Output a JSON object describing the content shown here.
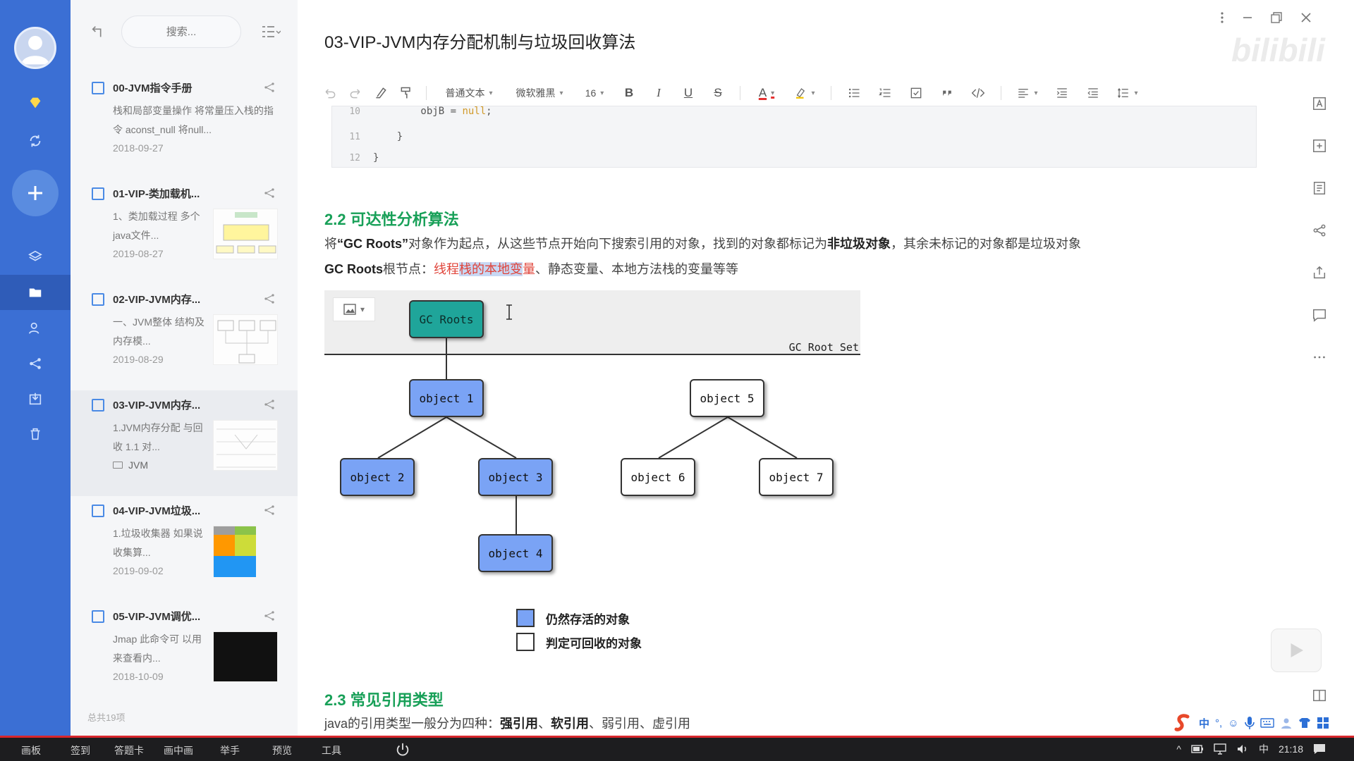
{
  "colors": {
    "accent": "#3b6fd4",
    "heading": "#18a058",
    "alive_node": "#7aa3f5",
    "root_node": "#1fa59a",
    "highlight_red": "#e0443a"
  },
  "search": {
    "placeholder": "搜索..."
  },
  "notes": [
    {
      "title": "00-JVM指令手册",
      "snippet": "栈和局部变量操作  将常量压入栈的指令  aconst_null 将null...",
      "date": "2018-09-27"
    },
    {
      "title": "01-VIP-类加载机...",
      "snippet": "1、类加载过程 多个java文件...",
      "date": "2019-08-27"
    },
    {
      "title": "02-VIP-JVM内存...",
      "snippet": "一、JVM整体 结构及内存模...",
      "date": "2019-08-29"
    },
    {
      "title": "03-VIP-JVM内存...",
      "snippet": "1.JVM内存分配 与回收 1.1 对...",
      "folder": "JVM"
    },
    {
      "title": "04-VIP-JVM垃圾...",
      "snippet": "1.垃圾收集器 如果说收集算...",
      "date": "2019-09-02"
    },
    {
      "title": "05-VIP-JVM调优...",
      "snippet": "Jmap 此命令可 以用来查看内...",
      "date": "2018-10-09"
    }
  ],
  "total_count": "总共19项",
  "editor": {
    "title": "03-VIP-JVM内存分配机制与垃圾回收算法",
    "toolbar": {
      "paragraph": "普通文本",
      "font": "微软雅黑",
      "size": "16",
      "bold": "B",
      "italic": "I",
      "underline": "U",
      "strike": "S",
      "fontcolor": "A"
    },
    "code": [
      {
        "ln": "10",
        "pre": "        objB = ",
        "kw": "null",
        "post": ";"
      },
      {
        "ln": "11",
        "pre": "    }",
        "kw": "",
        "post": ""
      },
      {
        "ln": "12",
        "pre": "}",
        "kw": "",
        "post": ""
      }
    ],
    "section22": {
      "heading": "2.2 可达性分析算法",
      "p1_a": "将",
      "p1_b": "“GC Roots”",
      "p1_c": "对象作为起点，从这些节点开始向下搜索引用的对象，找到的对象都标记为",
      "p1_d": "非垃圾对象",
      "p1_e": "，其余未标记的对象都是垃圾对象",
      "p2_a": "GC Roots",
      "p2_b": "根节点：",
      "p2_c": "线程",
      "p2_d": "栈的本地变",
      "p2_e": "量",
      "p2_f": "、静态变量、本地方法栈的变量等等"
    },
    "diagram": {
      "root_label": "GC Roots",
      "rootset_label": "GC Root Set",
      "nodes": [
        "object 1",
        "object 2",
        "object 3",
        "object 4",
        "object 5",
        "object 6",
        "object 7"
      ],
      "legend": [
        "仍然存活的对象",
        "判定可回收的对象"
      ]
    },
    "section23": {
      "heading": "2.3 常见引用类型",
      "p_a": "java的引用类型一般分为四种：",
      "p_b": "强引用",
      "p_c": "、",
      "p_d": "软引用",
      "p_e": "、弱引用、虚引用"
    }
  },
  "watermark": "bilibili",
  "ime": {
    "lang": "中"
  },
  "taskbar": {
    "items": [
      "画板",
      "签到",
      "答题卡",
      "画中画",
      "举手",
      "预览",
      "工具"
    ],
    "tray_lang": "中",
    "time": "21:18"
  }
}
